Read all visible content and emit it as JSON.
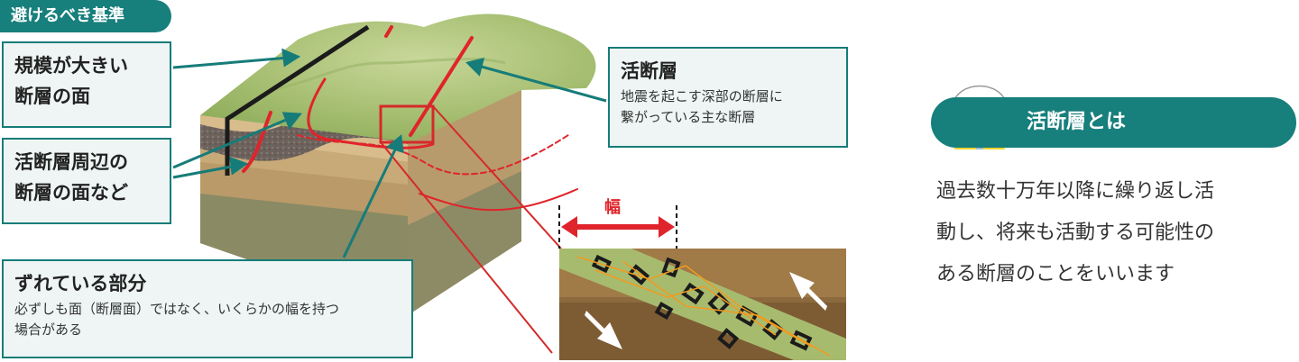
{
  "tag": {
    "label": "避けるべき基準"
  },
  "callouts": {
    "large_fault": {
      "title": "規模が大きい\n断層の面"
    },
    "surrounding": {
      "title": "活断層周辺の\n断層の面など"
    },
    "displaced": {
      "title": "ずれている部分",
      "desc": "必ずしも面（断層面）ではなく、いくらかの幅を持つ\n場合がある"
    },
    "active_fault": {
      "title": "活断層",
      "desc": "地震を起こす深部の断層に\n繋がっている主な断層"
    }
  },
  "width_label": "幅",
  "info": {
    "title": "活断層とは",
    "desc": "過去数十万年以降に繰り返し活\n動し、将来も活動する可能性の\nある断層のことをいいます"
  },
  "colors": {
    "teal": "#177f7c",
    "fault_red": "#e0242b"
  }
}
